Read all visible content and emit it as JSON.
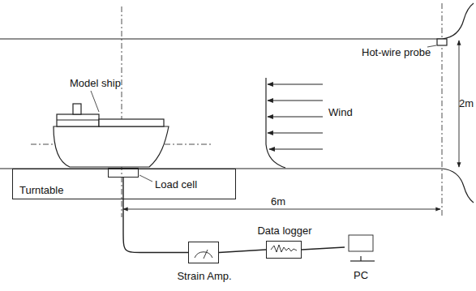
{
  "diagram": {
    "nodes": [
      {
        "text": [
          "Turntable"
        ]
      },
      {
        "text": [
          "Load cell"
        ]
      },
      {
        "text": [
          "Strain Amp."
        ]
      },
      {
        "text": [
          "Data logger"
        ]
      },
      {
        "text": [
          "PC"
        ]
      }
    ],
    "edges": [
      {
        "from": 1,
        "to": 2,
        "arrow": "none"
      },
      {
        "from": 2,
        "to": 3,
        "arrow": "none"
      },
      {
        "from": 3,
        "to": 4,
        "arrow": "none"
      }
    ],
    "labels": [
      "Hot-wire probe",
      "2m",
      "Model ship",
      "Wind",
      "6m"
    ]
  }
}
